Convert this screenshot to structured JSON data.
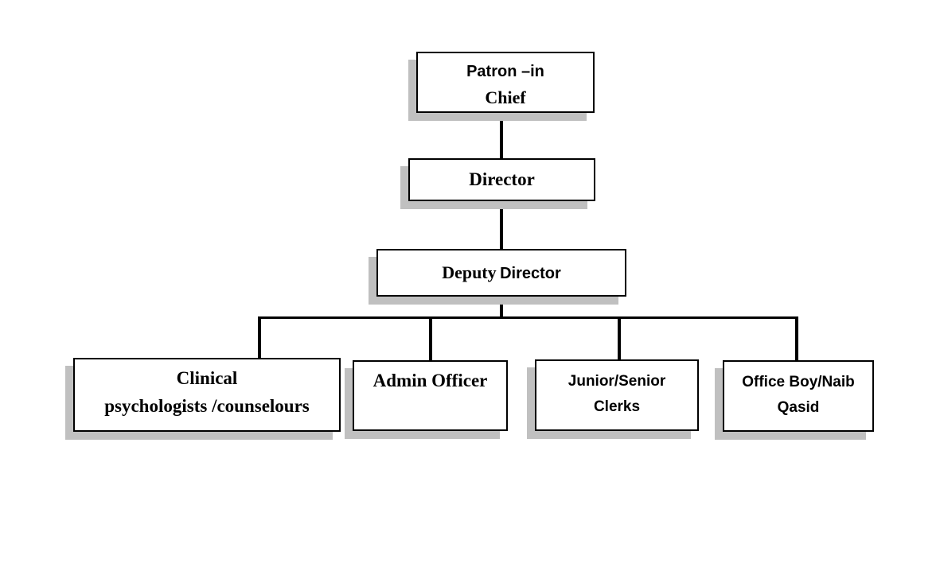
{
  "diagram": {
    "type": "org-chart",
    "title": "",
    "colors": {
      "background": "#ffffff",
      "box_fill": "#ffffff",
      "box_border": "#000000",
      "box_shadow": "#c0c0c0",
      "connector": "#000000",
      "text": "#000000"
    },
    "nodes": {
      "patron": {
        "line1": "Patron –in",
        "line2": "Chief"
      },
      "director": {
        "label": "Director"
      },
      "deputy": {
        "word1": "Deputy",
        "word2": "Director"
      },
      "clinical": {
        "line1": "Clinical",
        "line2": "psychologists /counselours"
      },
      "admin": {
        "label": "Admin Officer"
      },
      "junior": {
        "line1": "Junior/Senior",
        "line2": "Clerks"
      },
      "office": {
        "line1": "Office Boy/Naib",
        "line2": "Qasid"
      }
    },
    "hierarchy": [
      {
        "parent": "Patron –in Chief",
        "children": [
          "Director"
        ]
      },
      {
        "parent": "Director",
        "children": [
          "Deputy Director"
        ]
      },
      {
        "parent": "Deputy Director",
        "children": [
          "Clinical psychologists /counselours",
          "Admin Officer",
          "Junior/Senior Clerks",
          "Office Boy/Naib Qasid"
        ]
      }
    ]
  }
}
